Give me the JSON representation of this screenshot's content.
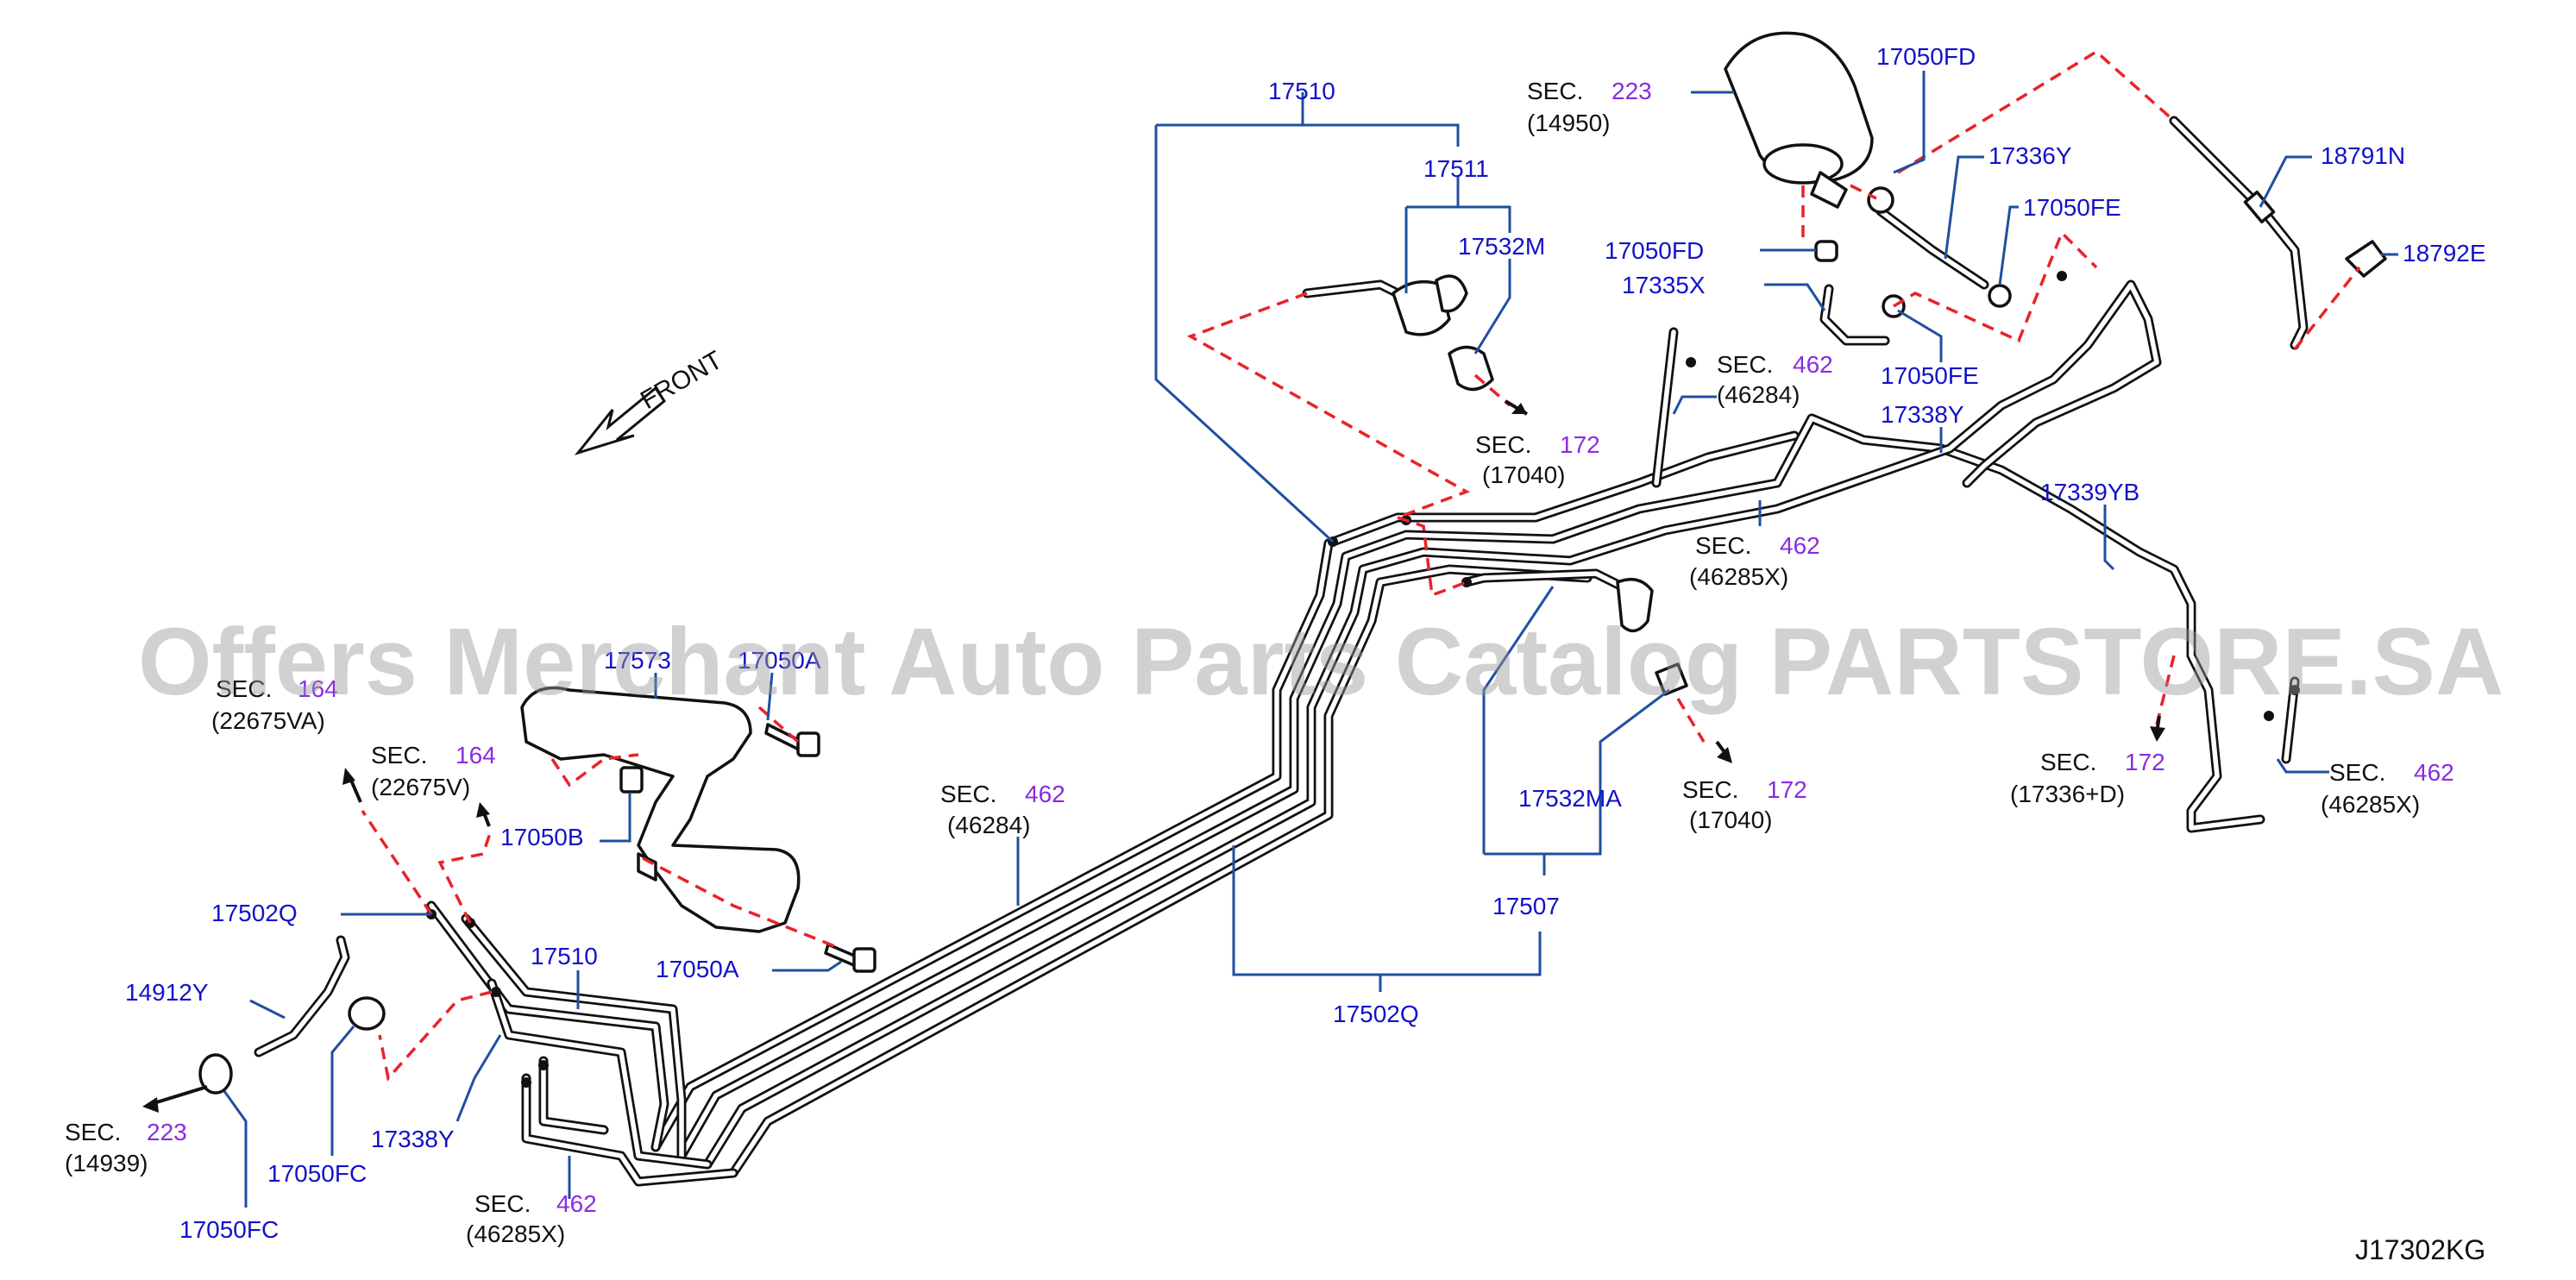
{
  "diagram": {
    "watermark": "Offers Merchant Auto Parts Catalog PARTSTORE.SA",
    "diagram_ref": "J17302KG",
    "front_label": "FRONT",
    "colors": {
      "part_number": "#1212c8",
      "section_number": "#8a2be2",
      "leader": "#1f4fa0",
      "connection_dashed": "#e8232a",
      "pipe": "#111111"
    },
    "part_labels": {
      "p17510_top": "17510",
      "p17511": "17511",
      "p17532M": "17532M",
      "p17050FD_top": "17050FD",
      "p17336Y": "17336Y",
      "p18791N": "18791N",
      "p17050FE_top": "17050FE",
      "p18792E": "18792E",
      "p17050FD_mid": "17050FD",
      "p17335X": "17335X",
      "p17050FE_mid": "17050FE",
      "p17338Y_right": "17338Y",
      "p17339YB": "17339YB",
      "p17573": "17573",
      "p17050A_top": "17050A",
      "p17050B": "17050B",
      "p17050A_bottom": "17050A",
      "p17532MA": "17532MA",
      "p17507": "17507",
      "p17502Q_bottom": "17502Q",
      "p17502Q_left": "17502Q",
      "p14912Y": "14912Y",
      "p17510_left": "17510",
      "p17050FC_mid": "17050FC",
      "p17338Y_left": "17338Y",
      "p17050FC_bottom": "17050FC"
    },
    "section_refs": {
      "sec223_top": {
        "sec": "SEC.",
        "num": "223",
        "ref": "(14950)"
      },
      "sec462_a": {
        "sec": "SEC.",
        "num": "462",
        "ref": "(46284)"
      },
      "sec172_a": {
        "sec": "SEC.",
        "num": "172",
        "ref": "(17040)"
      },
      "sec462_b": {
        "sec": "SEC.",
        "num": "462",
        "ref": "(46285X)"
      },
      "sec164_a": {
        "sec": "SEC.",
        "num": "164",
        "ref": "(22675VA)"
      },
      "sec164_b": {
        "sec": "SEC.",
        "num": "164",
        "ref": "(22675V)"
      },
      "sec462_c": {
        "sec": "SEC.",
        "num": "462",
        "ref": "(46284)"
      },
      "sec172_b": {
        "sec": "SEC.",
        "num": "172",
        "ref": "(17040)"
      },
      "sec172_c": {
        "sec": "SEC.",
        "num": "172",
        "ref": "(17336+D)"
      },
      "sec462_d": {
        "sec": "SEC.",
        "num": "462",
        "ref": "(46285X)"
      },
      "sec223_left": {
        "sec": "SEC.",
        "num": "223",
        "ref": "(14939)"
      },
      "sec462_e": {
        "sec": "SEC.",
        "num": "462",
        "ref": "(46285X)"
      }
    }
  }
}
